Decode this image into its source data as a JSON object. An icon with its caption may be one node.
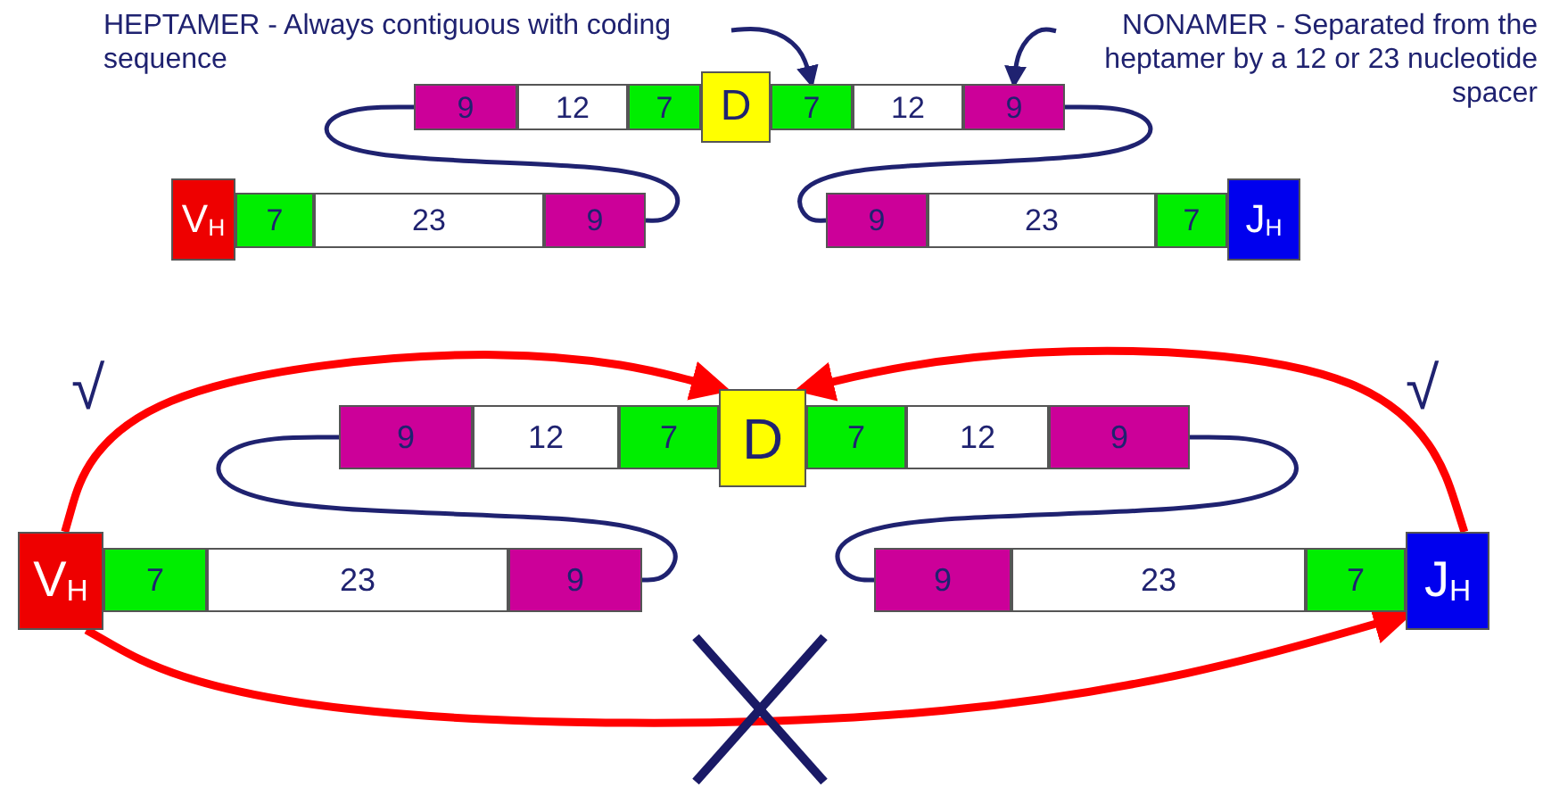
{
  "diagram": {
    "nodes": [
      {
        "text": [
          "HEPTAMER - Always contiguous with coding sequence"
        ]
      },
      {
        "text": [
          "NONAMER - Separated from the heptamer by a 12 or 23 nucleotide spacer"
        ]
      },
      {
        "text": [
          "9"
        ]
      },
      {
        "text": [
          "12"
        ]
      },
      {
        "text": [
          "7"
        ]
      },
      {
        "text": [
          "D"
        ]
      },
      {
        "text": [
          "7"
        ]
      },
      {
        "text": [
          "12"
        ]
      },
      {
        "text": [
          "9"
        ]
      },
      {
        "text": [
          "V$_{H}$"
        ]
      },
      {
        "text": [
          "7"
        ]
      },
      {
        "text": [
          "23"
        ]
      },
      {
        "text": [
          "9"
        ]
      },
      {
        "text": [
          "9"
        ]
      },
      {
        "text": [
          "23"
        ]
      },
      {
        "text": [
          "7"
        ]
      },
      {
        "text": [
          "J$_{H}$"
        ]
      },
      {
        "text": [
          "9"
        ]
      },
      {
        "text": [
          "12"
        ]
      },
      {
        "text": [
          "7"
        ]
      },
      {
        "text": [
          "D"
        ]
      },
      {
        "text": [
          "7"
        ]
      },
      {
        "text": [
          "12"
        ]
      },
      {
        "text": [
          "9"
        ]
      },
      {
        "text": [
          "V$_{H}$"
        ]
      },
      {
        "text": [
          "7"
        ]
      },
      {
        "text": [
          "23"
        ]
      },
      {
        "text": [
          "9"
        ]
      },
      {
        "text": [
          "9"
        ]
      },
      {
        "text": [
          "23"
        ]
      },
      {
        "text": [
          "7"
        ]
      },
      {
        "text": [
          "J$_{H}$"
        ]
      }
    ],
    "edges": [
      {
        "from": 0,
        "to": 6,
        "arrow": "to"
      },
      {
        "from": 1,
        "to": 8,
        "arrow": "to"
      },
      {
        "from": 2,
        "to": 12,
        "arrow": "none"
      },
      {
        "from": 8,
        "to": 13,
        "arrow": "none"
      },
      {
        "from": 17,
        "to": 27,
        "arrow": "none"
      },
      {
        "from": 23,
        "to": 28,
        "arrow": "none"
      },
      {
        "from": 24,
        "to": 20,
        "arrow": "to",
        "style": "thick",
        "color": "#ff0000"
      },
      {
        "from": 31,
        "to": 20,
        "arrow": "to",
        "style": "thick",
        "color": "#ff0000"
      },
      {
        "from": 24,
        "to": 31,
        "arrow": "to",
        "style": "thick",
        "color": "#ff0000"
      }
    ],
    "labels": [
      "√",
      "√"
    ]
  }
}
